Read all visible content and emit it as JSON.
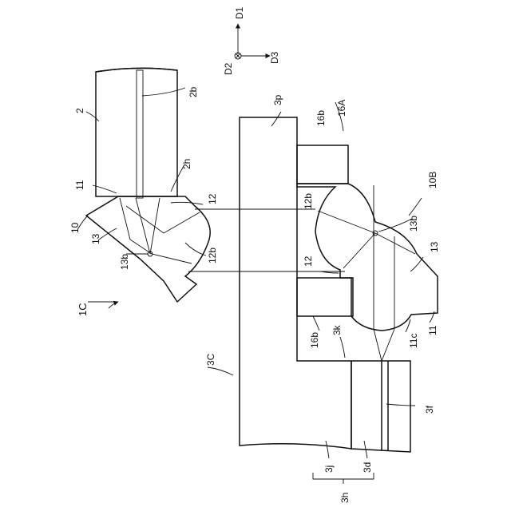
{
  "axes": {
    "d1": "D1",
    "d2": "D2",
    "d3": "D3"
  },
  "labels": {
    "fig_1c": "1C",
    "l_2": "2",
    "l_2b": "2b",
    "l_2h": "2h",
    "l_11_left": "11",
    "l_10": "10",
    "l_13_left": "13",
    "l_12_left_top": "12",
    "l_13b_left": "13b",
    "l_12b_left": "12b",
    "l_3p": "3p",
    "l_16b_top": "16b",
    "l_16a": "16A",
    "l_12b_right": "12b",
    "l_10b": "10B",
    "l_13b_right": "13b",
    "l_13_right": "13",
    "l_12_right": "12",
    "l_16b_bottom": "16b",
    "l_3k": "3k",
    "l_11c": "11c",
    "l_11_right": "11",
    "l_3c": "3C",
    "l_3f": "3f",
    "l_3j": "3j",
    "l_3d": "3d",
    "l_3h": "3h"
  },
  "colors": {
    "line": "#111111",
    "background": "#ffffff"
  }
}
